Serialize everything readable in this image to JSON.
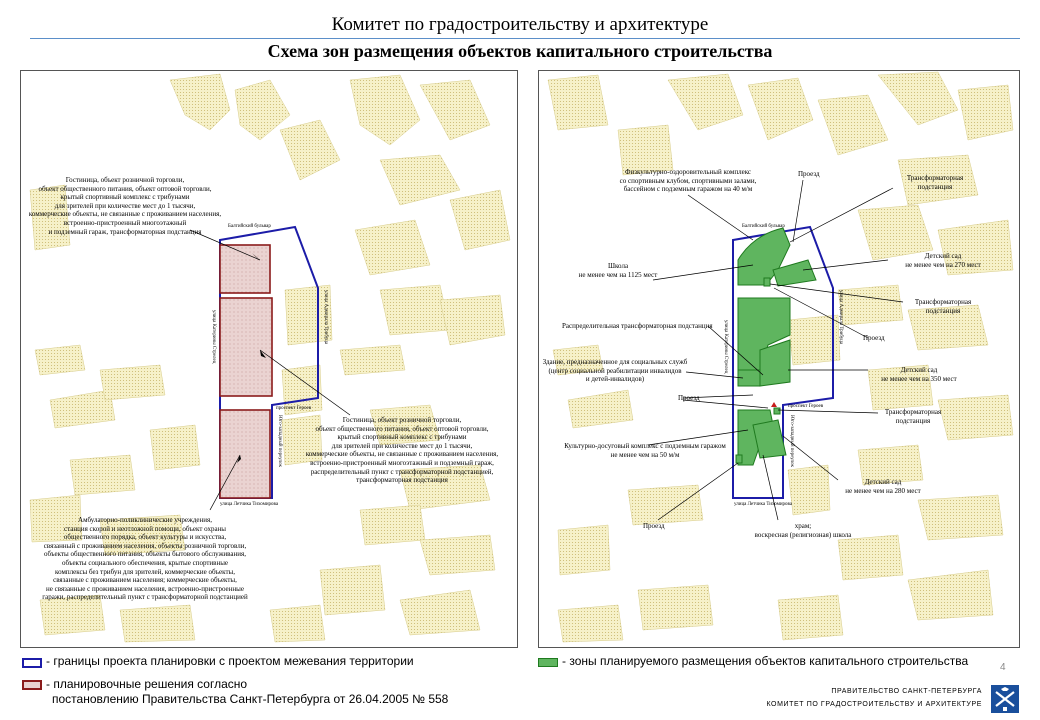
{
  "header": {
    "title": "Комитет по градостроительству  и архитектуре",
    "subtitle": "Схема зон размещения  объектов капитального  строительства"
  },
  "left_map": {
    "labels": {
      "top_block": "Гостиница, объект розничной торговли,\nобъект общественного питания, объект оптовой торговли,\nкрытый спортивный комплекс с трибунами\nдля зрителей при количестве мест до 1 тысячи,\nкоммерческие объекты, не связанные с проживанием населения,\nвстроенно-пристроенный многоэтажный\nи подземный гараж, трансформаторная подстанция",
      "mid_block": "Гостиница, объект розничной торговли,\nобъект общественного питания, объект оптовой торговли,\nкрытый спортивный комплекс с трибунами\nдля зрителей при количестве мест до 1 тысячи,\nкоммерческие объекты, не связанные с проживанием населения,\nвстроенно-пристроенный многоэтажный и подземный гараж,\nраспределительный пункт с трансформаторной подстанцией,\nтрансформаторная подстанция",
      "bottom_block": "Амбулаторно-поликлинические учреждения,\nстанция скорой и неотложной помощи, объект охраны\nобщественного порядка, объект культуры и искусства,\nсвязанный с проживанием населения, объекты розничной торговли,\nобъекты общественного питания, объекты бытового обслуживания,\nобъекты социального обеспечения, крытые спортивные\nкомплексы без трибун для зрителей, коммерческие объекты,\nсвязанные с проживанием  населения; коммерческие объекты,\nне связанные с проживанием населения, встроенно-пристроенные\nгаражи, распределительный пункт с трансформаторной подстанцией"
    },
    "streets": {
      "baltic": "Балтийский бульвар",
      "geroev": "проспект Героев",
      "titova": "улица Летчика Тихомирова",
      "admiral": "улица Адмирала Трибуца",
      "karpova": "улица Катерины Стрелец",
      "shoulder": "Юго-западный переулок"
    }
  },
  "right_map": {
    "labels": {
      "fok": "Физкультурно-оздоровительный комплекс\nсо спортивным клубом, спортивными залами,\nбассейном с подземным гаражом на 40 м/м",
      "proezd1": "Проезд",
      "tp1": "Трансформаторная\nподстанция",
      "school": "Школа\nне менее чем на 1125 мест",
      "kg1": "Детский сад\nне менее чем на 270 мест",
      "tp2": "Трансформаторная\nподстанция",
      "rtp": "Распределительная трансформаторная подстанция",
      "proezd2": "Проезд",
      "social": "Здание, предназначенное для социальных служб\n(центр социальной реабилитации инвалидов\nи детей-инвалидов)",
      "kg2": "Детский сад\nне менее чем на 350 мест",
      "proezd3": "Проезд",
      "tp3": "Трансформаторная\nподстанция",
      "kdk": "Культурно-досуговый комплекс с подземным гаражом\nне менее чем на 50 м/м",
      "kg3": "Детский сад\nне менее чем на 280 мест",
      "proezd4": "Проезд",
      "church": "храм;\nвоскресная (религиозная) школа"
    },
    "streets": {
      "baltic": "Балтийский бульвар",
      "geroev": "проспект Героев",
      "titova": "улица Летчика Тихомирова",
      "admiral": "улица Адмирала Трибуца",
      "karpova": "улица Катерины Стрелец",
      "shoulder": "Юго-западный переулок"
    }
  },
  "legend": {
    "boundary": "- границы проекта планировки с проектом межевания территории",
    "planned": "- зоны планируемого размещения объектов капитального строительства",
    "decisions_l1": "- планировочные решения согласно",
    "decisions_l2": "постановлению Правительства Санкт-Петербурга от 26.04.2005 № 558"
  },
  "footer": {
    "line1": "ПРАВИТЕЛЬСТВО САНКТ-ПЕТЕРБУРГА",
    "line2": "КОМИТЕТ ПО ГРАДОСТРОИТЕЛЬСТВУ И АРХИТЕКТУРЕ"
  },
  "page_number": "4",
  "colors": {
    "boundary": "#1c1ca8",
    "planned_fill": "#5fb55f",
    "planned_stroke": "#1f7a1f",
    "decision_fill": "#e9d2d0",
    "decision_stroke": "#8a1b1b",
    "building": "#f2ecb8",
    "header_rule": "#5b8fc9",
    "emblem": "#1a4f9c"
  }
}
